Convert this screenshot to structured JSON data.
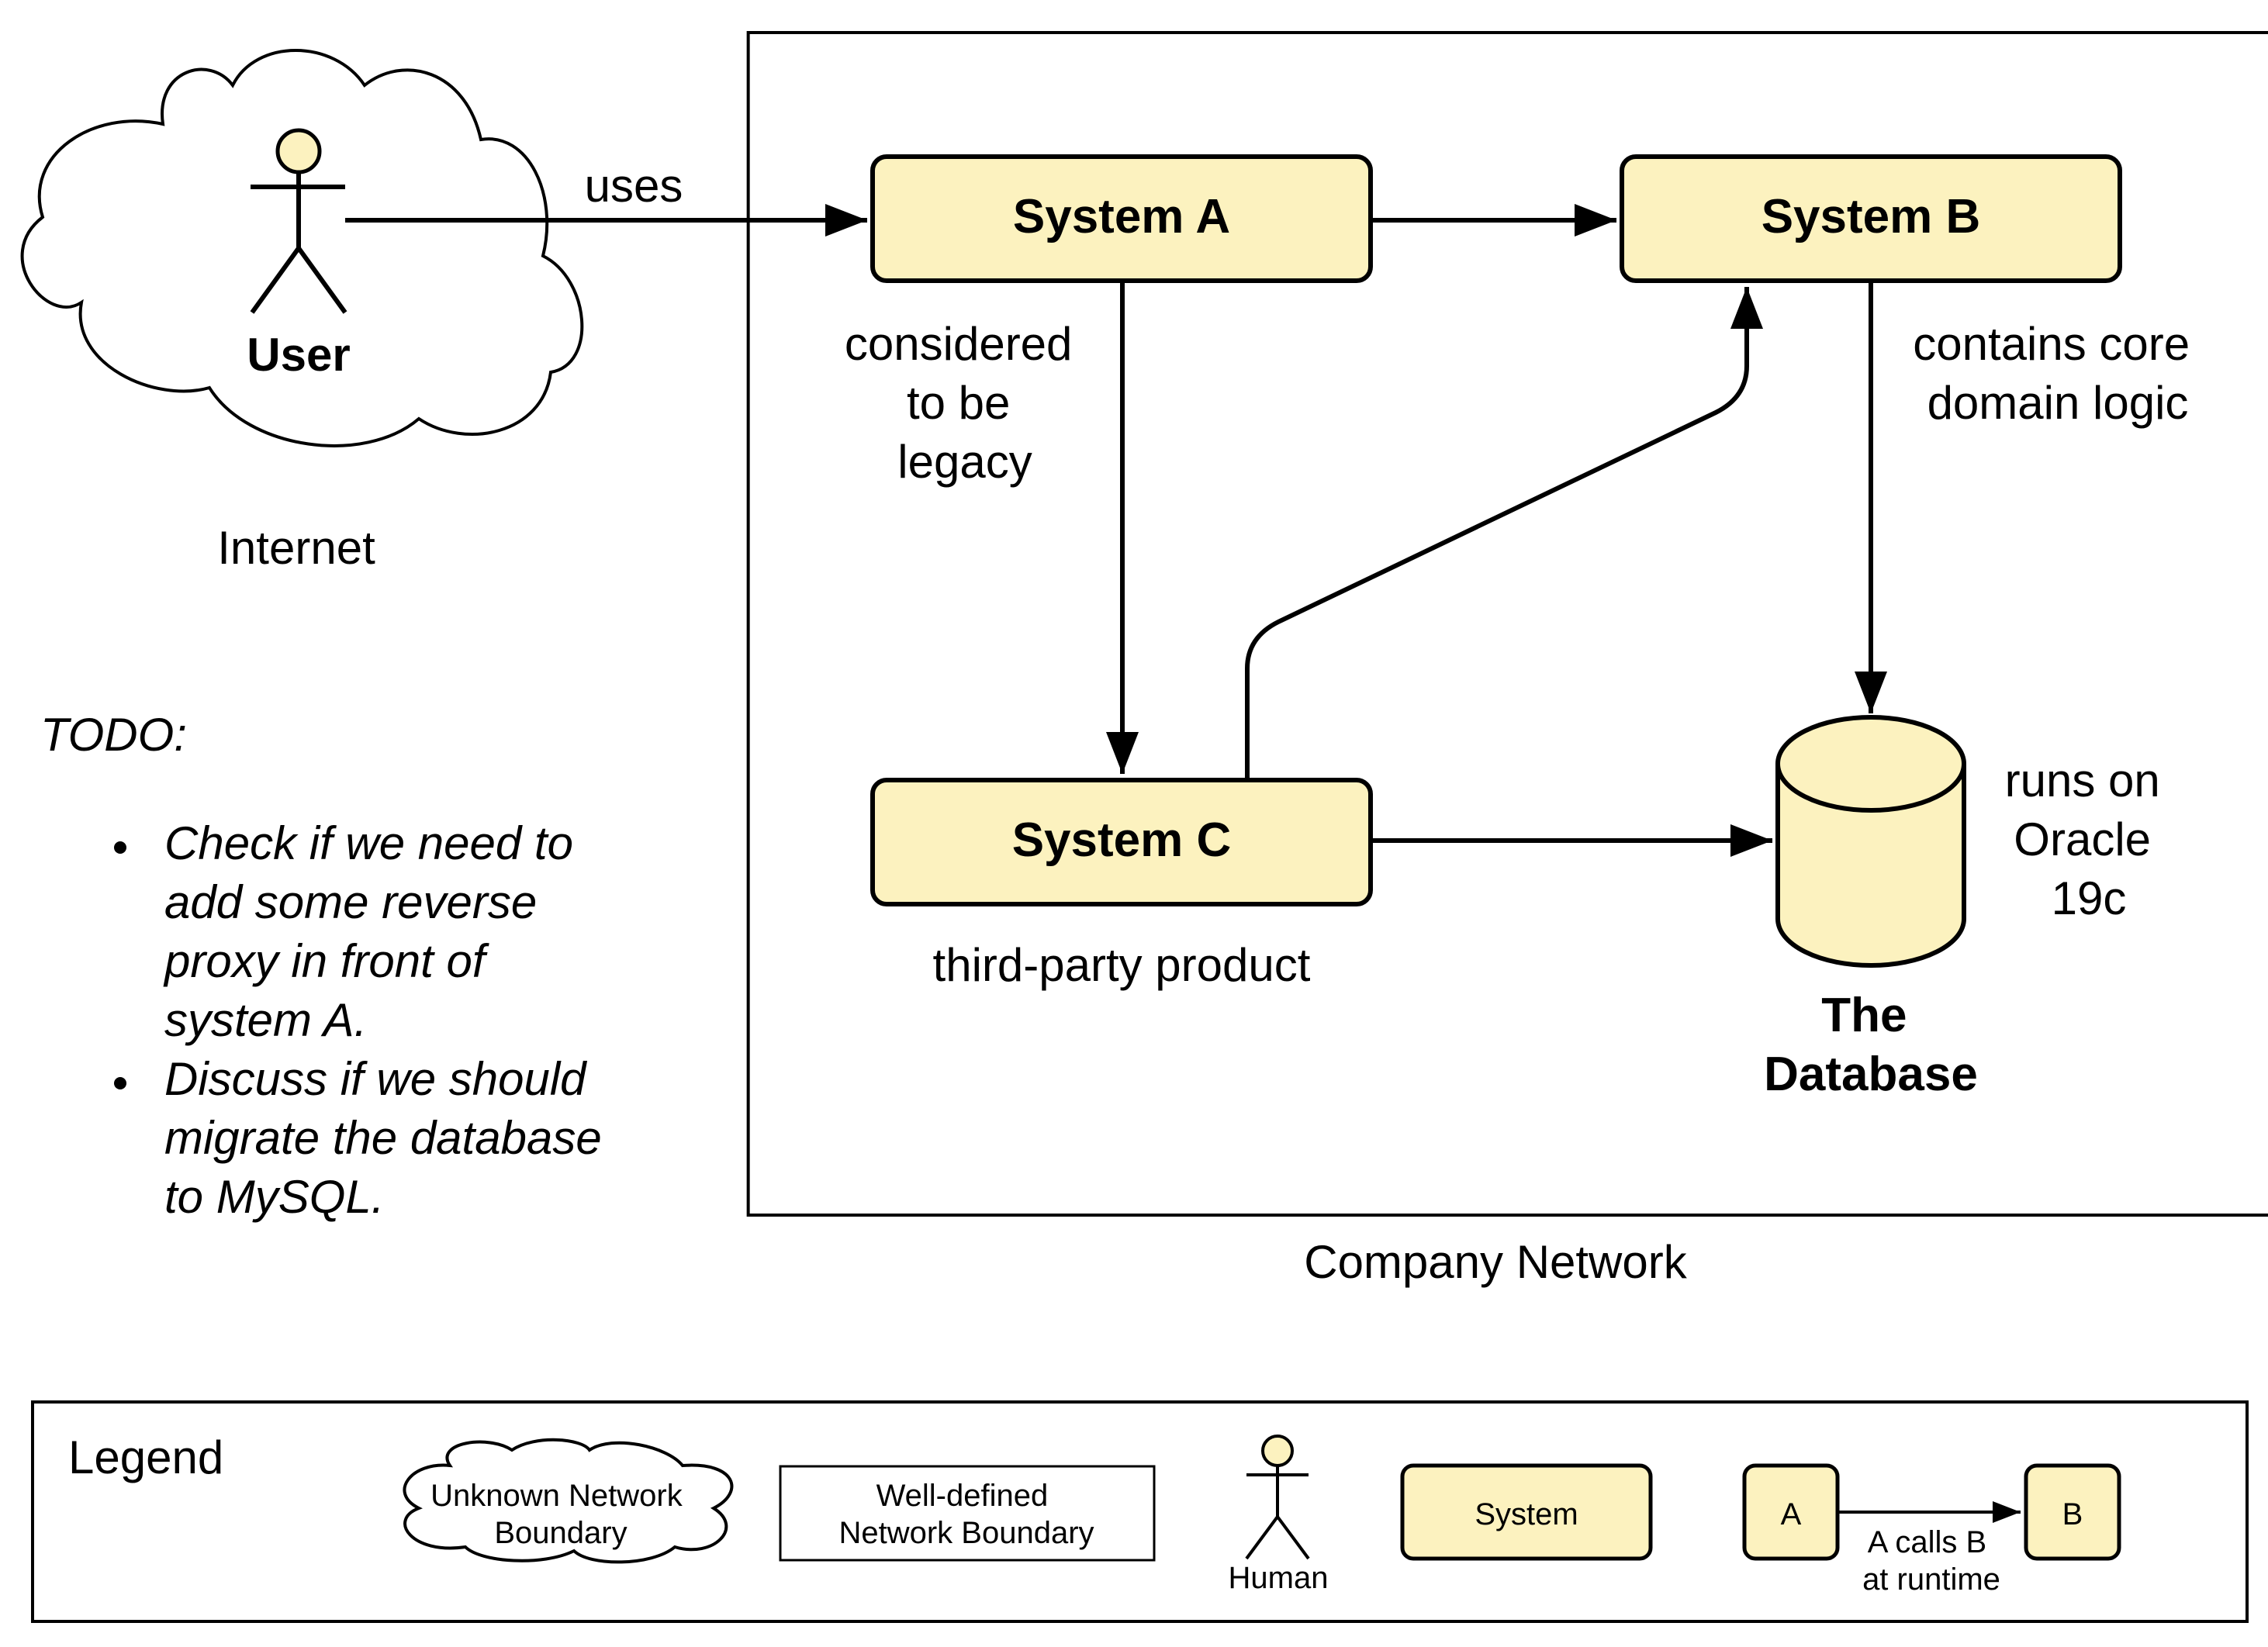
{
  "diagram": {
    "actor": {
      "label": "User"
    },
    "internet_label": "Internet",
    "uses_label": "uses",
    "company_network_label": "Company Network",
    "systems": {
      "a": {
        "label": "System A",
        "note_lines": [
          "considered",
          "to be",
          "legacy"
        ]
      },
      "b": {
        "label": "System B",
        "note_lines": [
          "contains core",
          "domain logic"
        ]
      },
      "c": {
        "label": "System C",
        "note": "third-party product"
      }
    },
    "database": {
      "label_lines": [
        "The",
        "Database"
      ],
      "note_lines": [
        "runs on",
        "Oracle",
        "19c"
      ]
    },
    "todo": {
      "heading": "TODO:",
      "items": [
        {
          "lines": [
            "Check if we need to",
            "add some reverse",
            "proxy in front of",
            "system A."
          ]
        },
        {
          "lines": [
            "Discuss if we should",
            "migrate the database",
            "to MySQL."
          ]
        }
      ]
    }
  },
  "legend": {
    "title": "Legend",
    "cloud_lines": [
      "Unknown Network",
      "Boundary"
    ],
    "rect_lines": [
      "Well-defined",
      "Network Boundary"
    ],
    "human_label": "Human",
    "system_label": "System",
    "a_label": "A",
    "b_label": "B",
    "calls_lines": [
      "A calls B",
      "at runtime"
    ]
  },
  "colors": {
    "system_fill": "#fcf2bf",
    "stroke": "#000000",
    "background": "#ffffff"
  }
}
